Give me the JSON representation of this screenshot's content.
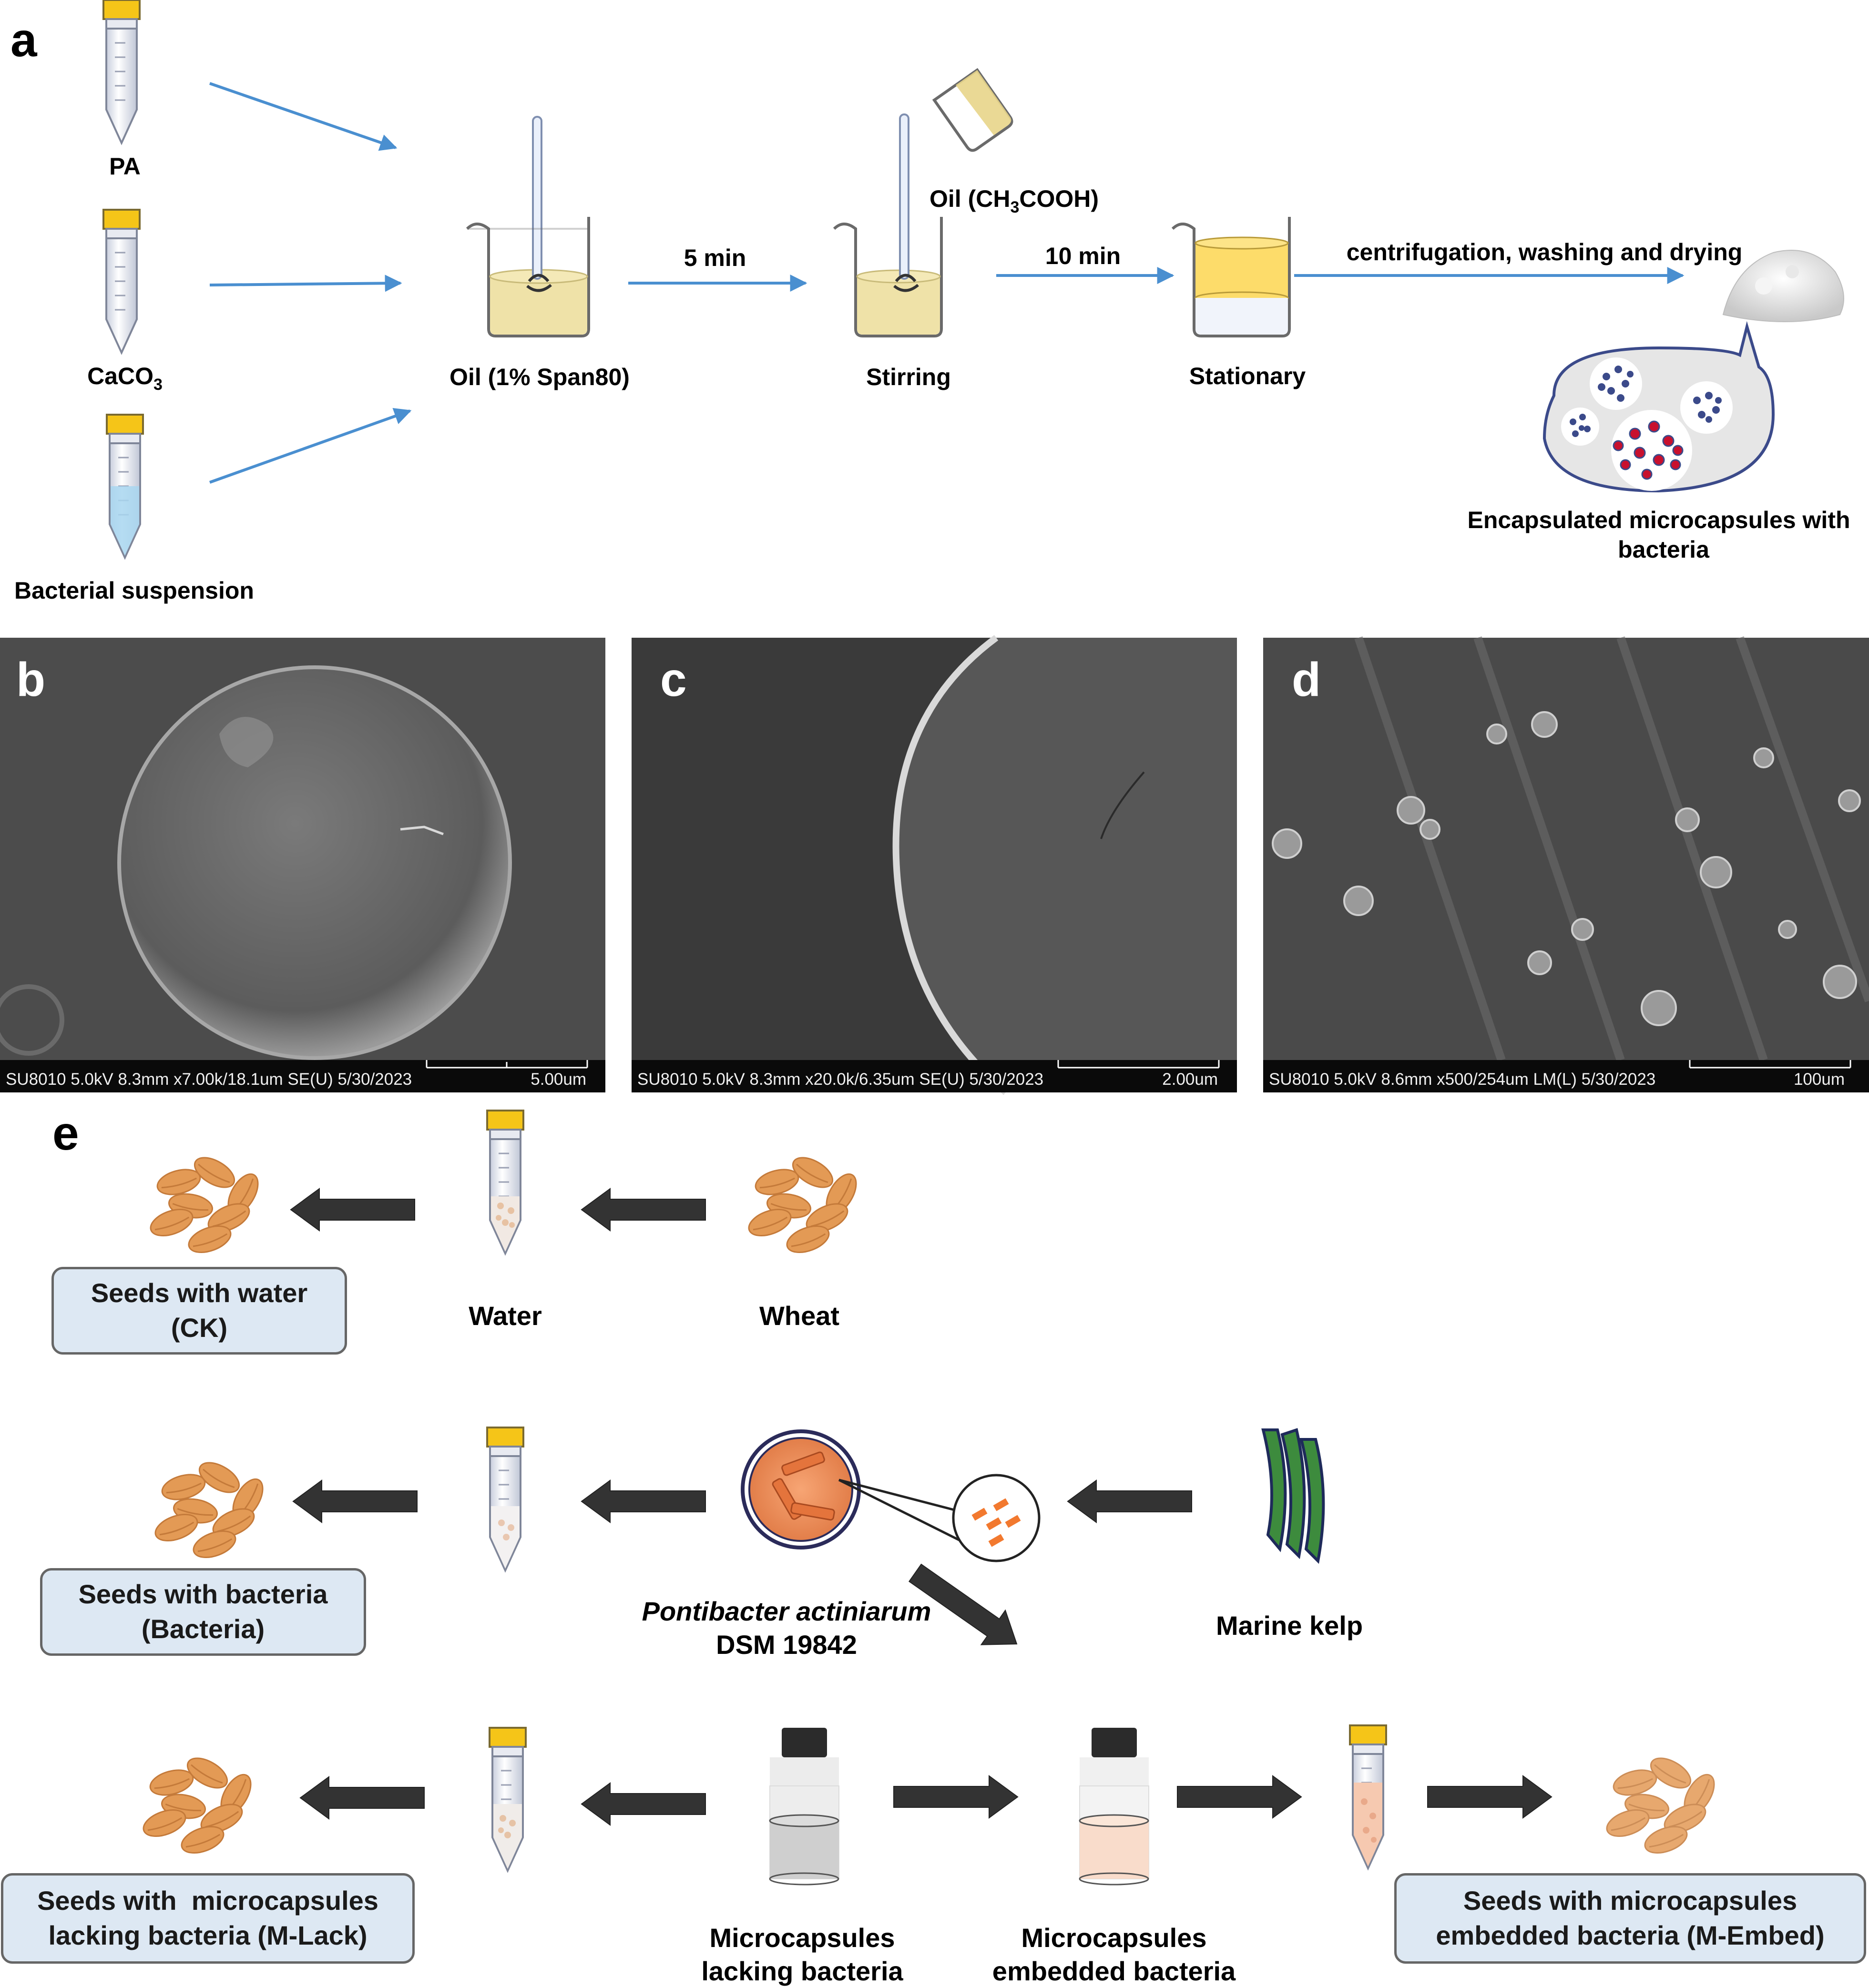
{
  "panel_a": {
    "letter": "a",
    "inputs": [
      "PA",
      "CaCO3",
      "Bacterial suspension"
    ],
    "oil_label": "Oil (1% Span80)",
    "step1_time": "5 min",
    "stirring_label": "Stirring",
    "acid_label": "Oil (CH3COOH)",
    "step2_time": "10 min",
    "stationary_label": "Stationary",
    "step3_label": "centrifugation, washing and drying",
    "product_label_line1": "Encapsulated microcapsules with",
    "product_label_line2": "bacteria"
  },
  "sem_panels": [
    {
      "letter": "b",
      "meta": "SU8010 5.0kV 8.3mm x7.00k/18.1um SE(U) 5/30/2023",
      "scale": "5.00um"
    },
    {
      "letter": "c",
      "meta": "SU8010 5.0kV 8.3mm x20.0k/6.35um SE(U) 5/30/2023",
      "scale": "2.00um"
    },
    {
      "letter": "d",
      "meta": "SU8010 5.0kV 8.6mm x500/254um LM(L) 5/30/2023",
      "scale": "100um"
    }
  ],
  "panel_e": {
    "letter": "e",
    "row1": {
      "box_line1": "Seeds with water",
      "box_line2": "(CK)",
      "water": "Water",
      "wheat": "Wheat"
    },
    "row2": {
      "box_line1": "Seeds with bacteria",
      "box_line2": "(Bacteria)",
      "species": "Pontibacter actiniarum",
      "strain": "DSM 19842",
      "kelp": "Marine kelp"
    },
    "row3": {
      "box_left_line1": "Seeds with  microcapsules",
      "box_left_line2": "lacking bacteria (M-Lack)",
      "mc_lack_line1": "Microcapsules",
      "mc_lack_line2": "lacking bacteria",
      "mc_embed_line1": "Microcapsules",
      "mc_embed_line2": "embedded bacteria",
      "box_right_line1": "Seeds with microcapsules",
      "box_right_line2": "embedded bacteria (M-Embed)"
    }
  },
  "colors": {
    "arrow_blue": "#4a8fd0",
    "arrow_dark": "#333333",
    "seed": "#e39a55",
    "box_fill": "#dde8f3",
    "cap_yellow": "#f5c518",
    "oil": "#efe2a8",
    "stationary_oil": "#fddc6a",
    "petri": "#ee8a55"
  }
}
